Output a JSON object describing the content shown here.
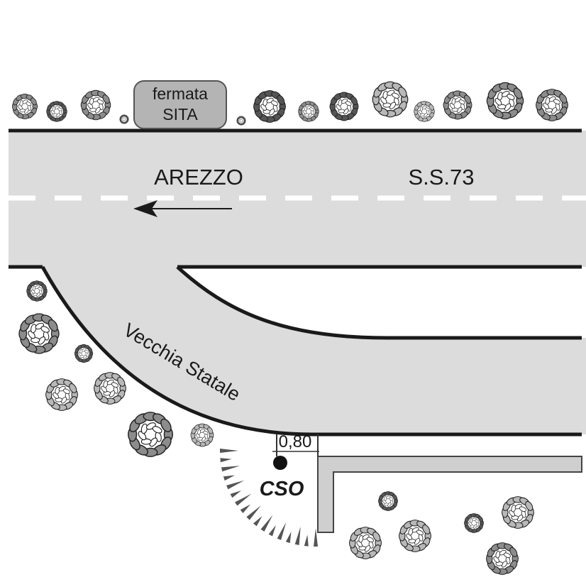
{
  "bus_stop": {
    "line1": "fermata",
    "line2": "SITA"
  },
  "road": {
    "direction_label": "AREZZO",
    "route_label": "S.S.73"
  },
  "side_road": {
    "label": "Vecchia Statale"
  },
  "measurement": {
    "distance": "0,80"
  },
  "marker": {
    "label": "CSO"
  },
  "colors": {
    "road_fill": "#dcdcdc",
    "road_edge": "#1a1a1a",
    "center_dash": "#ffffff",
    "shrub_dark": "#555555",
    "shrub_mid": "#8c8c8c",
    "shrub_light": "#b8b8b8",
    "sidewalk": "#cfcfcf",
    "stop_fill": "#b4b4b4"
  },
  "icons": [
    "shrub-icon",
    "direction-arrow-icon",
    "point-marker-icon",
    "embankment-hatch"
  ]
}
